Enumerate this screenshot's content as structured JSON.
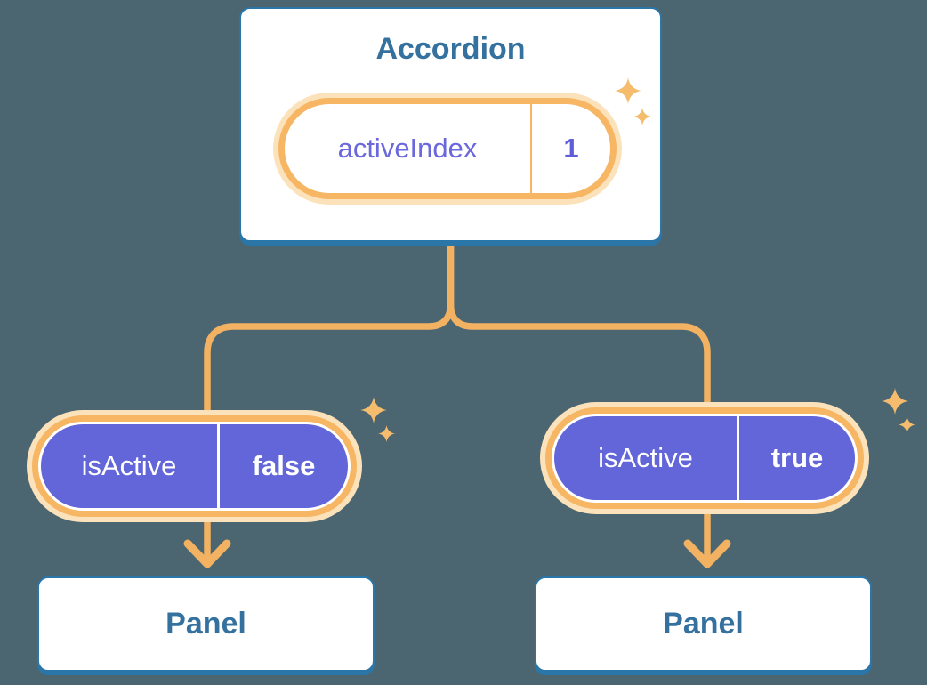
{
  "colors": {
    "background": "#4c6671",
    "card_border_blue": "#2b76a9",
    "heading_text_blue": "#35719f",
    "orange_accent": "#f6b664",
    "orange_halo": "#fbe2ba",
    "sparkle_orange": "#f4bc6c",
    "purple_fill": "#6366d9",
    "state_label_purple": "#6a68dc",
    "pill_text_white": "#ffffff"
  },
  "icons": {
    "sparkle": "4-point-star"
  },
  "accordion": {
    "title": "Accordion",
    "state": {
      "label": "activeIndex",
      "value": "1"
    }
  },
  "children": [
    {
      "prop": {
        "label": "isActive",
        "value": "false"
      },
      "title": "Panel"
    },
    {
      "prop": {
        "label": "isActive",
        "value": "true"
      },
      "title": "Panel"
    }
  ]
}
